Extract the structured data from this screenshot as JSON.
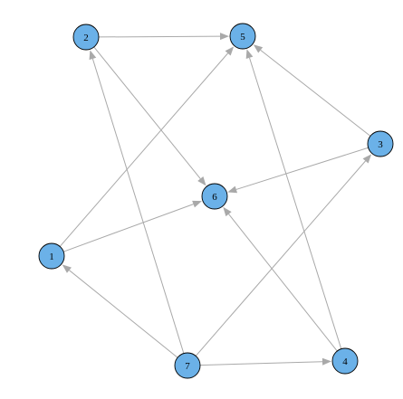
{
  "graph": {
    "directed": true,
    "node_color": "#6bb1e8",
    "edge_color": "#a9a9a9",
    "nodes": [
      {
        "id": "1",
        "label": "1"
      },
      {
        "id": "2",
        "label": "2"
      },
      {
        "id": "3",
        "label": "3"
      },
      {
        "id": "4",
        "label": "4"
      },
      {
        "id": "5",
        "label": "5"
      },
      {
        "id": "6",
        "label": "6"
      },
      {
        "id": "7",
        "label": "7"
      }
    ],
    "edges": [
      {
        "from": "2",
        "to": "5"
      },
      {
        "from": "2",
        "to": "6"
      },
      {
        "from": "1",
        "to": "5"
      },
      {
        "from": "1",
        "to": "6"
      },
      {
        "from": "3",
        "to": "5"
      },
      {
        "from": "3",
        "to": "6"
      },
      {
        "from": "4",
        "to": "5"
      },
      {
        "from": "4",
        "to": "6"
      },
      {
        "from": "7",
        "to": "1"
      },
      {
        "from": "7",
        "to": "2"
      },
      {
        "from": "7",
        "to": "3"
      },
      {
        "from": "7",
        "to": "4"
      }
    ]
  }
}
